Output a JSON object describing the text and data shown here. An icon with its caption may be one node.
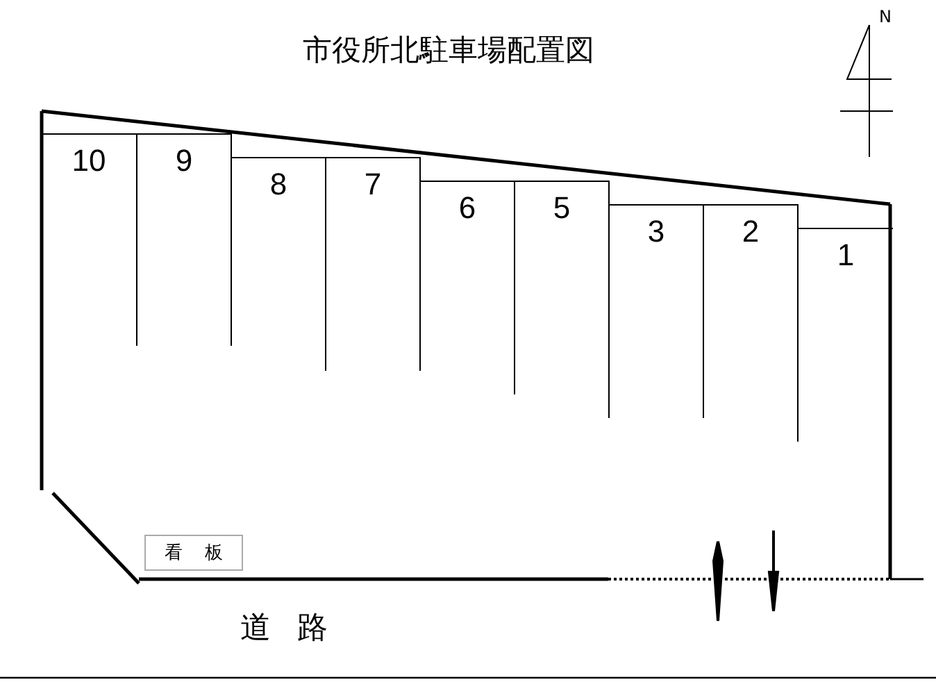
{
  "diagram": {
    "title": "市役所北駐車場配置図",
    "nodes": [
      {
        "text": [
          "10"
        ]
      },
      {
        "text": [
          "9"
        ]
      },
      {
        "text": [
          "8"
        ]
      },
      {
        "text": [
          "7"
        ]
      },
      {
        "text": [
          "6"
        ]
      },
      {
        "text": [
          "5"
        ]
      },
      {
        "text": [
          "3"
        ]
      },
      {
        "text": [
          "2"
        ]
      },
      {
        "text": [
          "1"
        ]
      },
      {
        "text": [
          "看 板"
        ]
      }
    ],
    "labels": [
      "N",
      "道 路"
    ]
  }
}
